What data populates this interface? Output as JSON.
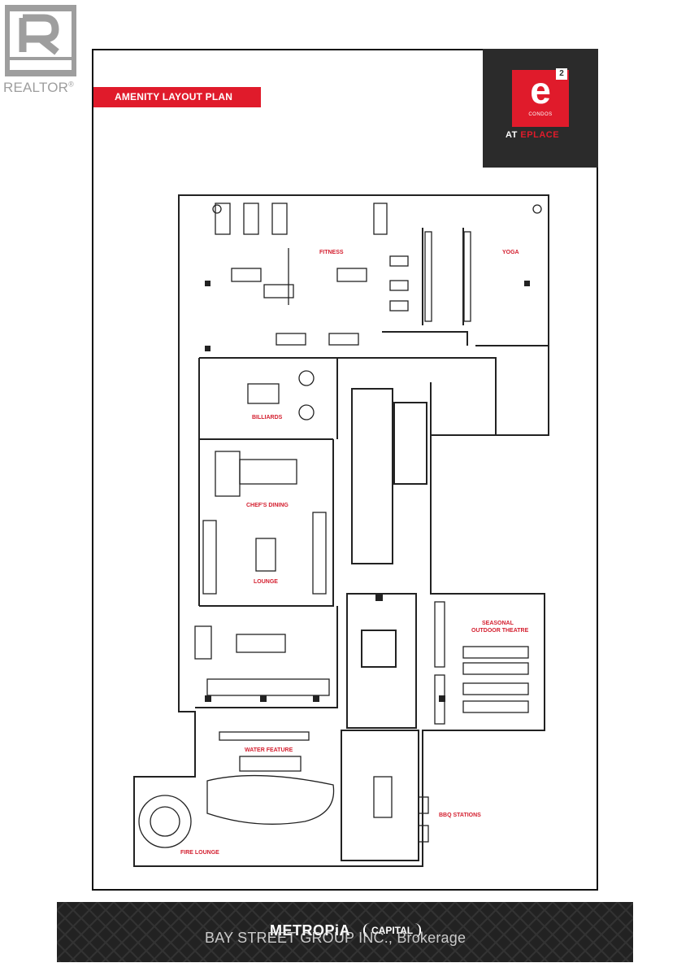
{
  "realtor": {
    "label": "REALTOR",
    "reg": "®",
    "logo_letter": "R"
  },
  "title": "AMENITY LAYOUT PLAN",
  "brand": {
    "letter": "e",
    "superscript": "2",
    "condos": "CONDOS",
    "at": "AT",
    "place": "EPLACE"
  },
  "rooms": {
    "fitness": "FITNESS",
    "yoga": "YOGA",
    "billiards": "BILLIARDS",
    "chefs_dining": "CHEF'S DINING",
    "lounge": "LOUNGE",
    "theatre_1": "SEASONAL",
    "theatre_2": "OUTDOOR THEATRE",
    "water_feature": "WATER FEATURE",
    "bbq": "BBQ STATIONS",
    "fire_lounge": "FIRE LOUNGE"
  },
  "footer": {
    "metropia": "METROPiA",
    "capital": "CAPITAL",
    "brokerage": "BAY STREET GROUP INC., Brokerage"
  },
  "colors": {
    "accent": "#e01b2b",
    "dark": "#2b2b2b"
  }
}
